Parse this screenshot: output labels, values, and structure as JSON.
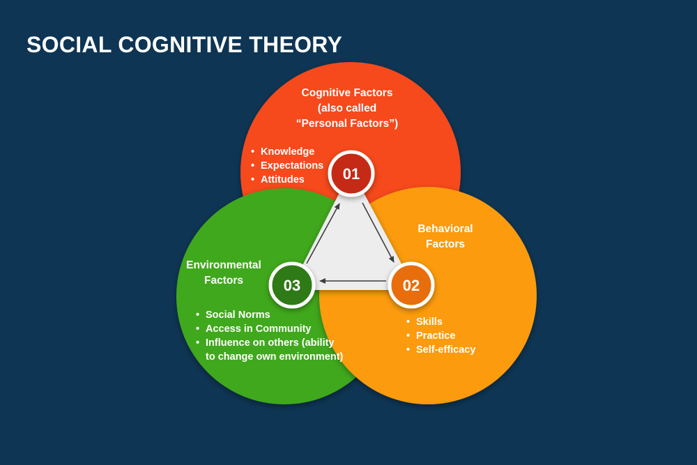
{
  "title": "SOCIAL COGNITIVE THEORY",
  "colors": {
    "background": "#0e3553",
    "cognitive": "#f64a1e",
    "behavioral": "#fb9b10",
    "environmental": "#3fa81a",
    "triangle": "#ededed",
    "node_cognitive": "#c42a12",
    "node_behavioral": "#e86e0c",
    "node_environmental": "#2e7a16"
  },
  "factors": {
    "cognitive": {
      "number": "01",
      "heading": [
        "Cognitive Factors",
        "(also called",
        "“Personal Factors”)"
      ],
      "items": [
        "Knowledge",
        "Expectations",
        "Attitudes"
      ]
    },
    "behavioral": {
      "number": "02",
      "heading": [
        "Behavioral",
        "Factors"
      ],
      "items": [
        "Skills",
        "Practice",
        "Self-efficacy"
      ]
    },
    "environmental": {
      "number": "03",
      "heading": [
        "Environmental",
        "Factors"
      ],
      "items": [
        "Social Norms",
        "Access in Community",
        "Influence on others (ability",
        "to change own environment)"
      ]
    }
  },
  "icons": {
    "arrow": "arrow-icon",
    "bullet": "bullet-icon"
  }
}
